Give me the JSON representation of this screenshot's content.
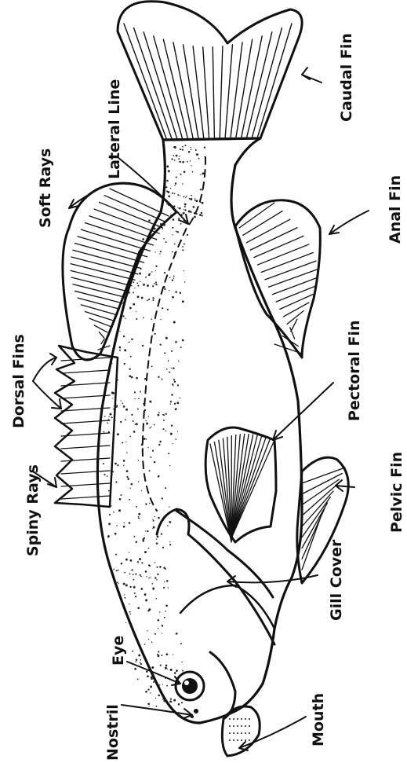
{
  "diagram": {
    "labels": {
      "caudal_fin": "Caudal Fin",
      "lateral_line": "Lateral Line",
      "soft_rays": "Soft Rays",
      "anal_fin": "Anal Fin",
      "dorsal_fins": "Dorsal Fins",
      "pectoral_fin": "Pectoral Fin",
      "spiny_rays": "Spiny Rays",
      "pelvic_fin": "Pelvic Fin",
      "gill_cover": "Gill Cover",
      "eye": "Eye",
      "nostril": "Nostril",
      "mouth": "Mouth"
    },
    "colors": {
      "ink": "#111111",
      "background": "#ffffff"
    }
  }
}
